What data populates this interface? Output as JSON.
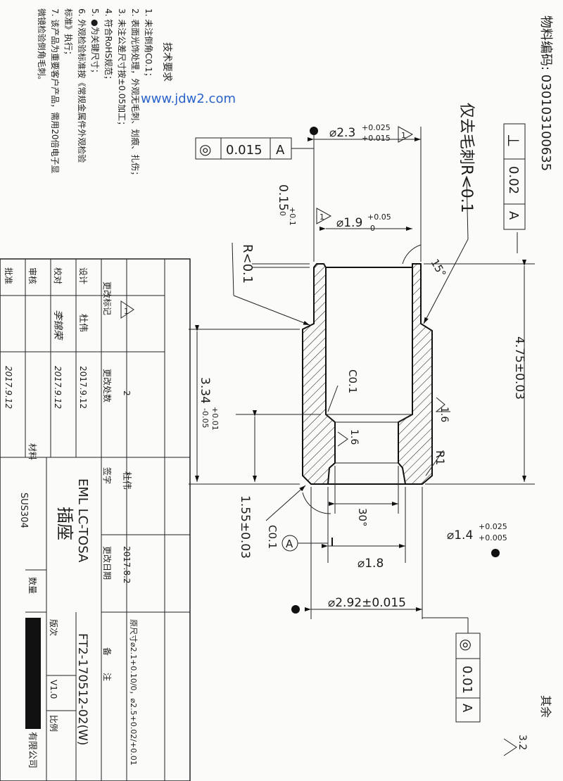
{
  "header": {
    "material_code": "物料编码: 030103100635",
    "other_roughness_label": "其余",
    "other_roughness_value": "3.2",
    "watermark": "www.jdw2.com"
  },
  "tech_requirements": {
    "title": "技术要求",
    "items": [
      "1. 未注倒角C0.1；",
      "2. 表面光饰处理，外观无毛刺、划痕、扎伤；",
      "3. 未注公差尺寸按±0.05加工；",
      "4. 符合RoHS规范；",
      "5. ●为关键尺寸；",
      "6. 外观检验标准按《常规金属件外观检验",
      "   标准》执行；",
      "7. 该产品为重要客户产品，需用20倍电子显",
      "   微镜检验倒角毛刺。"
    ]
  },
  "drawing": {
    "note_deburr": "仅去毛刺R<0.1",
    "perp_tol": {
      "symbol": "⊥",
      "value": "0.02",
      "datum": "A"
    },
    "conc_tol_top": {
      "symbol": "◎",
      "value": "0.015",
      "datum": "A"
    },
    "conc_tol_bottom": {
      "symbol": "◎",
      "value": "0.01",
      "datum": "A"
    },
    "datum_label": "A",
    "rev_mark": "1",
    "dims": {
      "d23": "⌀2.3",
      "d23_up": "+0.025",
      "d23_lo": "+0.015",
      "d19": "⌀1.9",
      "d19_up": "+0.05",
      "d19_lo": "0",
      "d015": "0.15",
      "d015_up": "+0.1",
      "d015_lo": "0",
      "r01": "R<0.1",
      "ang15": "15°",
      "len475": "4.75±0.03",
      "len334": "3.34",
      "len334_up": "+0.01",
      "len334_lo": "-0.05",
      "c01_a": "C0.1",
      "c01_b": "C0.1",
      "rough_a": "1.6",
      "rough_b": "1.6",
      "r1": "R1",
      "len155": "1.55±0.03",
      "ang30": "30°",
      "d14": "⌀1.4",
      "d14_up": "+0.025",
      "d14_lo": "+0.005",
      "d18": "⌀1.8",
      "d292": "⌀2.92±0.015"
    }
  },
  "title_block": {
    "change_mark_label": "更改标记",
    "change_count_label": "更改处数",
    "change_count_value": "2",
    "signature_label": "签字",
    "signature_value": "杜伟",
    "change_date_label": "更改日期",
    "change_date_value": "2017.8.2",
    "remark_label": "备　　注",
    "remark_value": "原尺寸⌀2.1+0.10/0，⌀2.5+0.02/+0.01",
    "design_label": "设计",
    "design_name": "杜伟",
    "design_date": "2017.9.12",
    "check_label": "校对",
    "check_name": "李锦荣",
    "check_date": "2017.9.12",
    "review_label": "审核",
    "approve_label": "批准",
    "approve_date": "2017.9.12",
    "material_label": "材料",
    "material_value": "SUS304",
    "product_name": "EML LC-TOSA",
    "part_name": "插座",
    "drawing_no": "FT2-170512-02(W)",
    "qty_label": "数量",
    "version_label": "版次",
    "version_value": "V1.0",
    "scale_label": "比例",
    "company_suffix": "有限公司"
  }
}
